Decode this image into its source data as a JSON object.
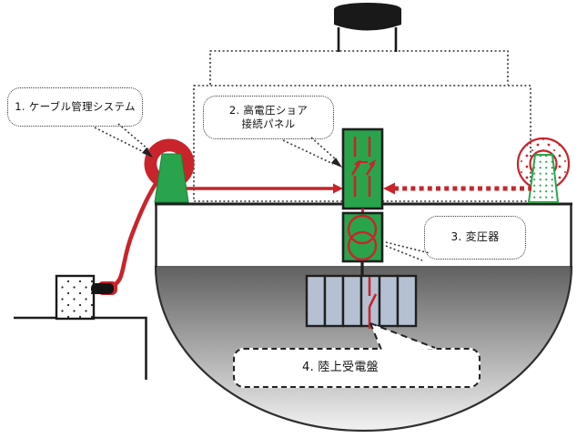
{
  "figure": {
    "type": "shore-power-connection-diagram",
    "callouts": {
      "c1": "1. ケーブル管理システム",
      "c2_line1": "2. 高電圧ショア",
      "c2_line2": "接続パネル",
      "c3": "3. 変圧器",
      "c4": "4. 陸上受電盤"
    },
    "colors": {
      "green": "#2aa44c",
      "red": "#c9242b",
      "switchboard_cell": "#b6c0d3",
      "funnel_black": "#191919",
      "outline": "#1f1f1f",
      "hull_gradient_top": "#606060",
      "hull_gradient_bottom": "#f2f2f2"
    }
  }
}
